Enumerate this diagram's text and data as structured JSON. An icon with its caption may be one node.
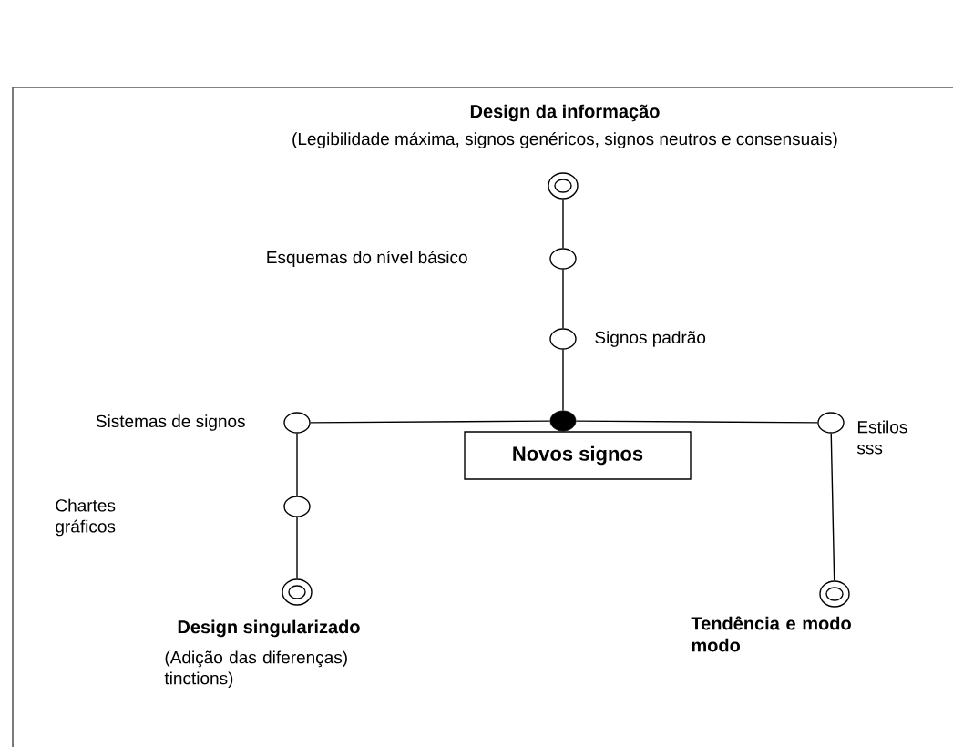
{
  "diagram": {
    "nodes": [
      {
        "text": [
          "Design da informação",
          "(Legibilidade máxima, signos genéricos, signos neutros e consensuais)"
        ]
      },
      {
        "text": [],
        "shape": "circle"
      },
      {
        "text": [],
        "shape": "circle",
        "beside": [
          "Signos padrão"
        ]
      },
      {
        "text": [],
        "shape": "circle"
      },
      {
        "text": [
          "Novos signos"
        ]
      },
      {
        "text": [],
        "shape": "circle",
        "beside": [
          "Sistemas de signos"
        ]
      },
      {
        "text": [],
        "shape": "circle"
      },
      {
        "text": [
          "Design singularizado",
          "(Adição das diferenças) tinctions)"
        ]
      },
      {
        "text": [],
        "shape": "circle",
        "beside": [
          "Estilos sss"
        ]
      },
      {
        "text": [
          "Tendência e modo modo"
        ]
      }
    ],
    "edges": [
      {
        "from": 0,
        "to": 1,
        "arrow": "none"
      },
      {
        "from": 1,
        "to": 2,
        "arrow": "none"
      },
      {
        "from": 2,
        "to": 3,
        "arrow": "none"
      },
      {
        "from": 3,
        "to": 5,
        "arrow": "none"
      },
      {
        "from": 3,
        "to": 8,
        "arrow": "none"
      },
      {
        "from": 5,
        "to": 6,
        "arrow": "none"
      },
      {
        "from": 6,
        "to": 7,
        "arrow": "none"
      },
      {
        "from": 8,
        "to": 9,
        "arrow": "none"
      }
    ],
    "labels": [
      "Esquemas do nível básico",
      "Chartes gráficos"
    ]
  }
}
